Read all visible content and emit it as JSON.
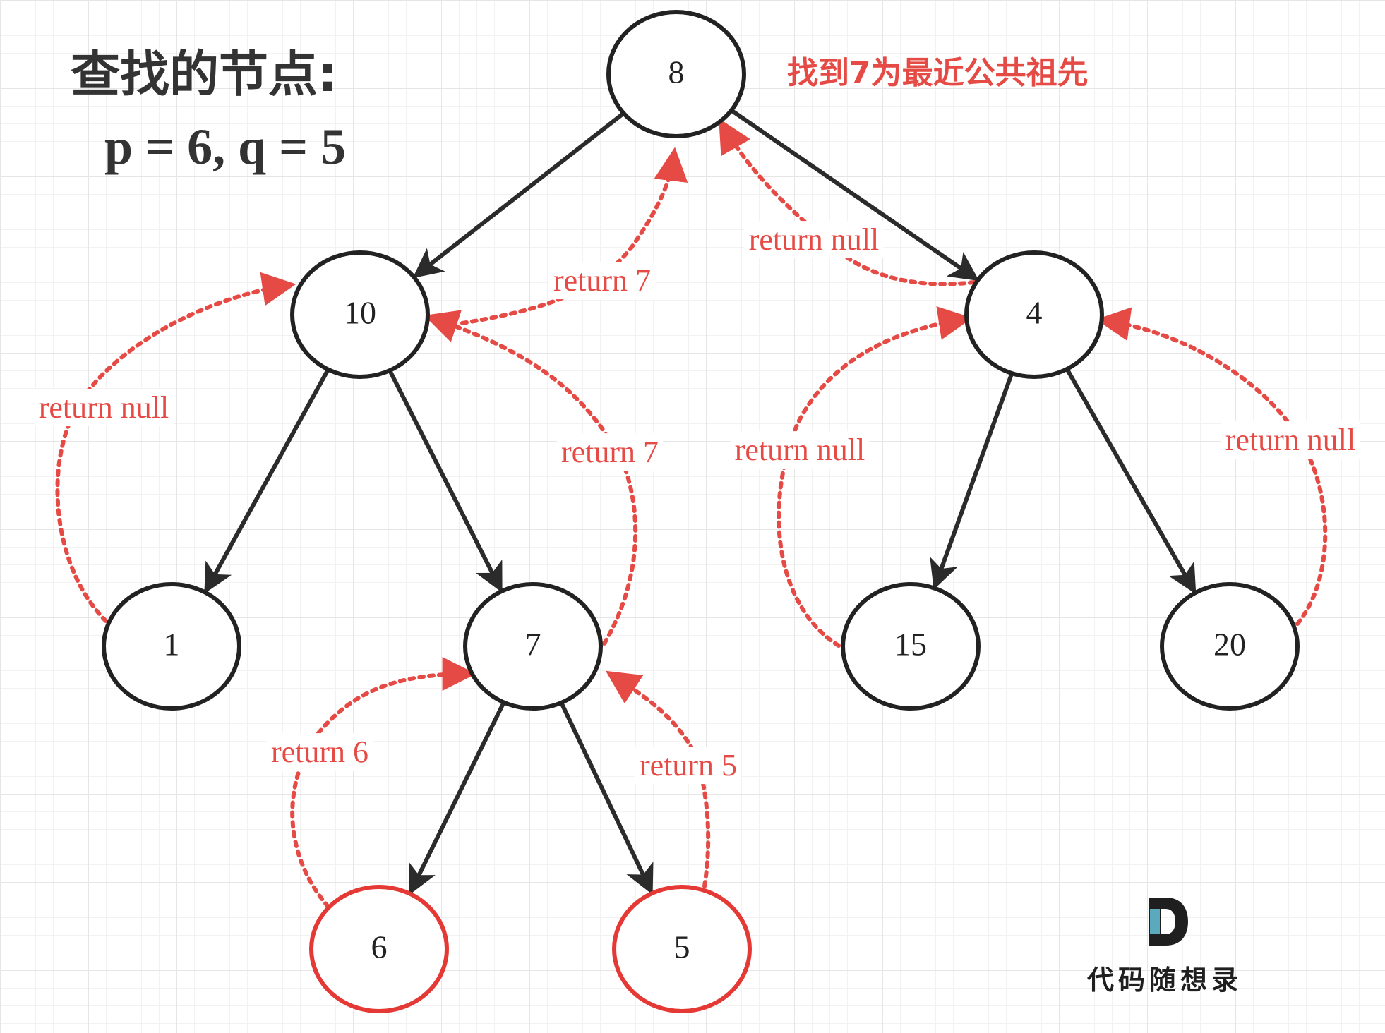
{
  "title": {
    "line1": "查找的节点:",
    "line2": "p = 6, q = 5"
  },
  "result_note": "找到7为最近公共祖先",
  "colors": {
    "edge": "#2b2b2b",
    "node_border": "#222222",
    "target_border": "#e53935",
    "return_arrow": "#e64a45",
    "logo_accent": "#5aa9bd"
  },
  "tree": {
    "nodes": [
      {
        "id": "n8",
        "label": "8",
        "target": false
      },
      {
        "id": "n10",
        "label": "10",
        "target": false
      },
      {
        "id": "n4",
        "label": "4",
        "target": false
      },
      {
        "id": "n1",
        "label": "1",
        "target": false
      },
      {
        "id": "n7",
        "label": "7",
        "target": false
      },
      {
        "id": "n15",
        "label": "15",
        "target": false
      },
      {
        "id": "n20",
        "label": "20",
        "target": false
      },
      {
        "id": "n6",
        "label": "6",
        "target": true
      },
      {
        "id": "n5",
        "label": "5",
        "target": true
      }
    ],
    "edges": [
      {
        "from": "n8",
        "to": "n10"
      },
      {
        "from": "n8",
        "to": "n4"
      },
      {
        "from": "n10",
        "to": "n1"
      },
      {
        "from": "n10",
        "to": "n7"
      },
      {
        "from": "n4",
        "to": "n15"
      },
      {
        "from": "n4",
        "to": "n20"
      },
      {
        "from": "n7",
        "to": "n6"
      },
      {
        "from": "n7",
        "to": "n5"
      }
    ],
    "returns": [
      {
        "id": "r1",
        "from": "n1",
        "to": "n10",
        "label": "return null"
      },
      {
        "id": "r7a",
        "from": "n7",
        "to": "n10",
        "label": "return 7"
      },
      {
        "id": "r7b",
        "from": "n10",
        "to": "n8",
        "label": "return 7"
      },
      {
        "id": "r4",
        "from": "n4",
        "to": "n8",
        "label": "return null"
      },
      {
        "id": "r15",
        "from": "n15",
        "to": "n4",
        "label": "return null"
      },
      {
        "id": "r20",
        "from": "n20",
        "to": "n4",
        "label": "return null"
      },
      {
        "id": "r6",
        "from": "n6",
        "to": "n7",
        "label": "return 6"
      },
      {
        "id": "r5",
        "from": "n5",
        "to": "n7",
        "label": "return 5"
      }
    ]
  },
  "logo": {
    "text": "代码随想录",
    "mark_icon": "d-logo-icon"
  }
}
